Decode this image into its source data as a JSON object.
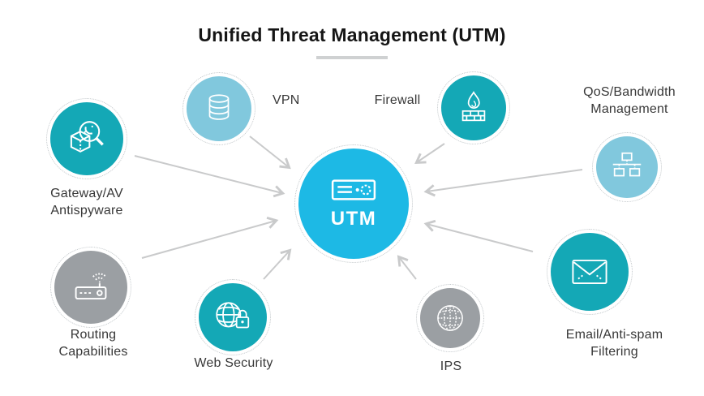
{
  "title": "Unified Threat Management (UTM)",
  "center": {
    "label": "UTM",
    "icon": "utm-appliance-icon",
    "color": "#1db9e5"
  },
  "nodes": [
    {
      "id": "gateway-av-antispyware",
      "label": "Gateway/AV Antispyware",
      "icon": "antivirus-scan-icon",
      "color": "#14a8b6"
    },
    {
      "id": "vpn",
      "label": "VPN",
      "icon": "database-icon",
      "color": "#81c8dd"
    },
    {
      "id": "firewall",
      "label": "Firewall",
      "icon": "firewall-flame-icon",
      "color": "#14a8b6"
    },
    {
      "id": "qos-bandwidth",
      "label": "QoS/Bandwidth Management",
      "icon": "network-topology-icon",
      "color": "#81c8dd"
    },
    {
      "id": "email-antispam",
      "label": "Email/Anti-spam Filtering",
      "icon": "envelope-icon",
      "color": "#14a8b6"
    },
    {
      "id": "ips",
      "label": "IPS",
      "icon": "globe-icon",
      "color": "#9b9fa3"
    },
    {
      "id": "web-security",
      "label": "Web Security",
      "icon": "secure-globe-icon",
      "color": "#14a8b6"
    },
    {
      "id": "routing-capabilities",
      "label": "Routing Capabilities",
      "icon": "router-icon",
      "color": "#9b9fa3"
    }
  ],
  "colors": {
    "arrow": "#c9cacb",
    "ring": "#c2c7ca",
    "underline": "#cfd1d2",
    "icon_stroke": "#ffffff",
    "label_text": "#383838",
    "title_text": "#151515"
  }
}
